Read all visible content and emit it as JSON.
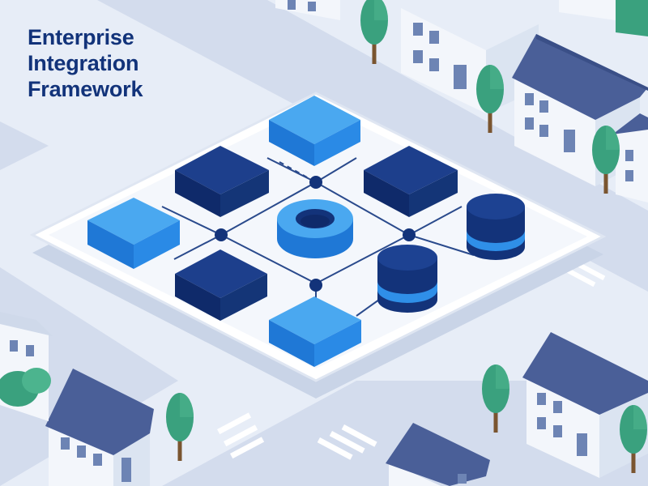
{
  "title": {
    "lines": [
      "Enterprise",
      "Integration",
      "Framework"
    ]
  },
  "colors": {
    "title": "#12337a",
    "accent_blue": "#2f8fe8",
    "navy": "#13337a",
    "platform": "#f4f7fc",
    "ground": "#e7edf7",
    "roof": "#4a5f98",
    "house_wall": "#f3f6fb",
    "tree": "#3aa17e",
    "trunk": "#7a5530"
  },
  "icons": {
    "hub": "ring-icon",
    "databases": "database-icon",
    "modules": "cube-icon",
    "junctions": "node-dot-icon"
  }
}
